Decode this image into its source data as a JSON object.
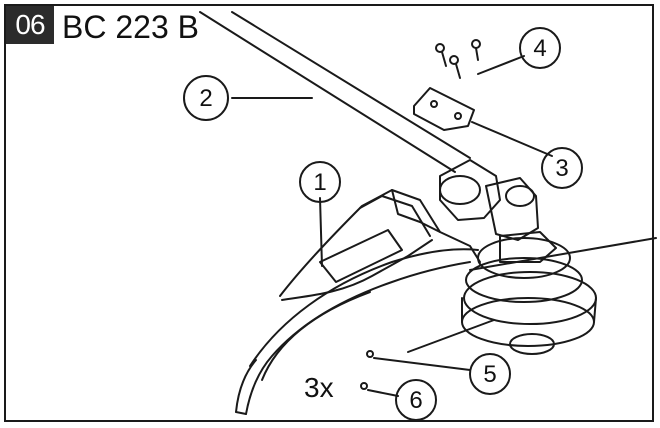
{
  "header": {
    "step_number": "06",
    "model": "BC 223 B"
  },
  "callouts": [
    "1",
    "2",
    "3",
    "4",
    "5",
    "6"
  ],
  "quantity_note": "3x",
  "colors": {
    "line": "#1a1a1a",
    "badge_bg": "#2b2b2b",
    "badge_text": "#ffffff"
  }
}
